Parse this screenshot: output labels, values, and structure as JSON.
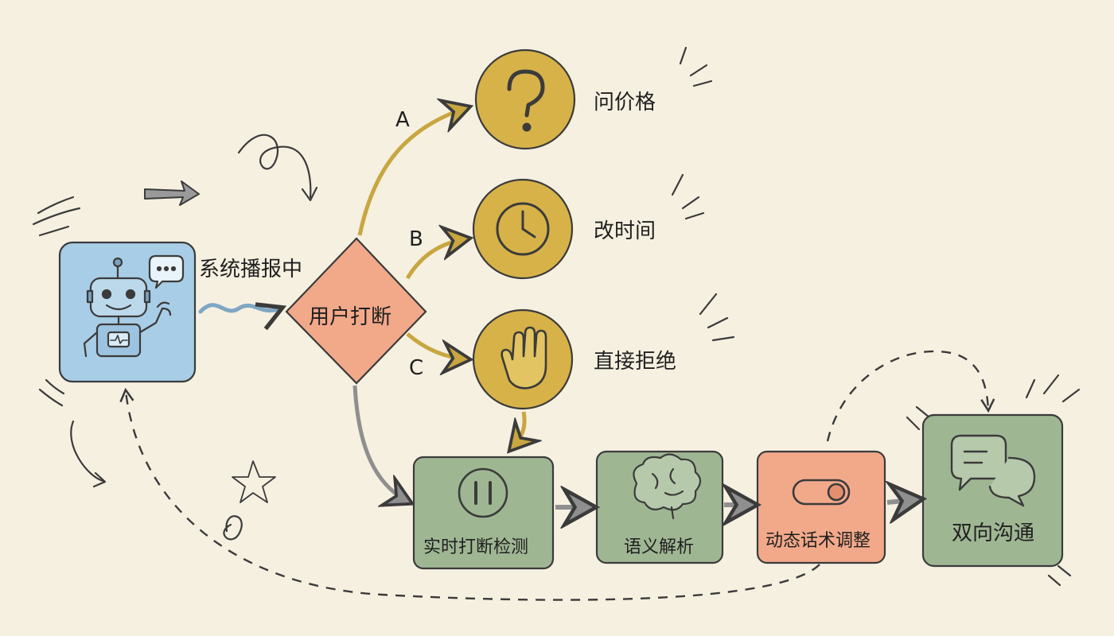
{
  "colors": {
    "background": "#f6f0e1",
    "robot_box": "#a8cde6",
    "decision": "#f2a98a",
    "option_circle": "#d7b248",
    "process_green": "#9fb693",
    "process_orange": "#f2a98a",
    "ink": "#3b3b3b"
  },
  "source": {
    "label": "系统播报中",
    "icon": "robot-icon"
  },
  "decision": {
    "label": "用户打断"
  },
  "options": [
    {
      "letter": "A",
      "label": "问价格",
      "icon": "question-mark-icon"
    },
    {
      "letter": "B",
      "label": "改时间",
      "icon": "clock-icon"
    },
    {
      "letter": "C",
      "label": "直接拒绝",
      "icon": "hand-stop-icon"
    }
  ],
  "steps": [
    {
      "label": "实时打断检测",
      "icon": "pause-icon"
    },
    {
      "label": "语义解析",
      "icon": "brain-icon"
    },
    {
      "label": "动态话术调整",
      "icon": "toggle-switch-icon"
    },
    {
      "label": "双向沟通",
      "icon": "chat-bubbles-icon"
    }
  ]
}
